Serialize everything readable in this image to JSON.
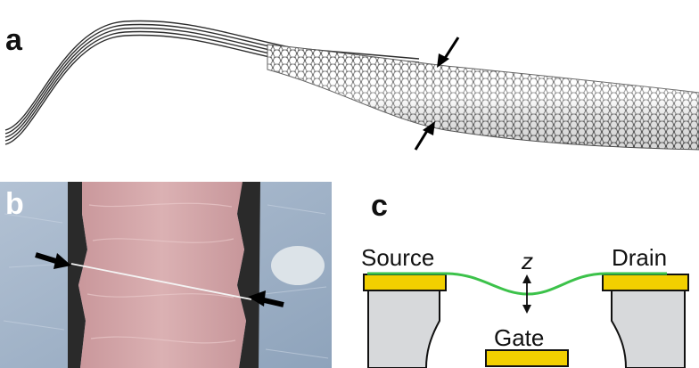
{
  "panels": {
    "a": {
      "label": "a"
    },
    "b": {
      "label": "b"
    },
    "c": {
      "label": "c",
      "source_label": "Source",
      "drain_label": "Drain",
      "gate_label": "Gate",
      "displacement_label": "z"
    }
  },
  "colors": {
    "nanotube": "#8a8a8a",
    "electrode_gold": "#f2d000",
    "support_gray": "#d7d9db",
    "tube_green": "#3cc24a",
    "sem_substrate": "#9fb2c8",
    "sem_trench": "#d4a5a8"
  }
}
